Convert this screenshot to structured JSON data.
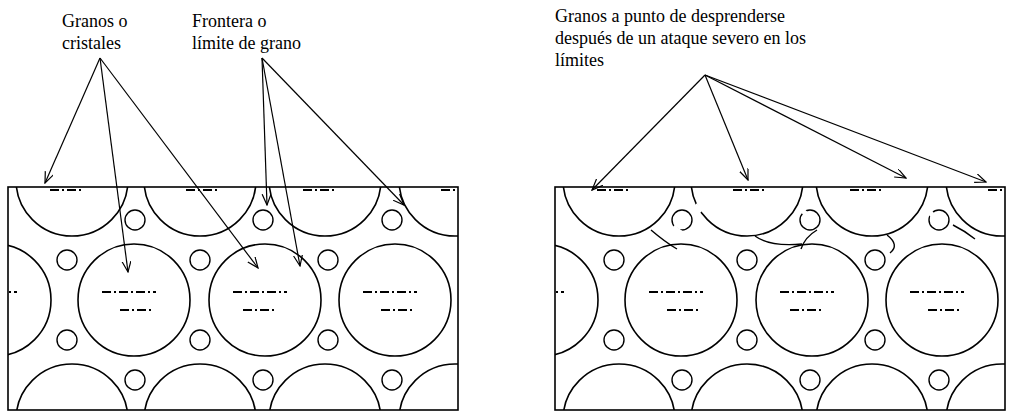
{
  "diagram": {
    "labels": [
      "Granos o cristales",
      "Frontera o límite de grano",
      "Granos a punto de desprenderse después de un ataque severo en los límites"
    ]
  }
}
